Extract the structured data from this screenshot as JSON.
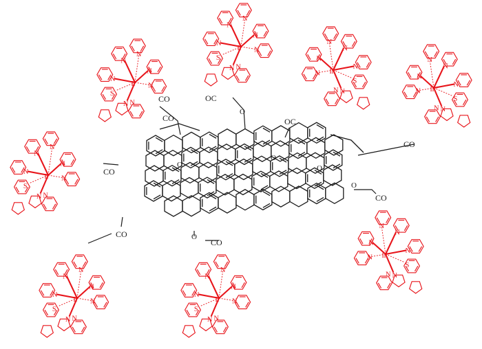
{
  "colors": {
    "complex": "#e8151b",
    "graphene": "#1a1a1a",
    "background": "#ffffff"
  },
  "atoms": {
    "nitrogen": "N",
    "sulfur": "S",
    "iridium": "Ir",
    "oxygen": "O"
  },
  "linkers": {
    "carbonyl": "CO",
    "ester_carbonyl": "OC",
    "oxy": "O"
  },
  "complexes": [
    {
      "id": "top-left"
    },
    {
      "id": "top-center"
    },
    {
      "id": "top-right-1"
    },
    {
      "id": "top-right-2"
    },
    {
      "id": "left"
    },
    {
      "id": "bottom-left"
    },
    {
      "id": "bottom-center"
    },
    {
      "id": "bottom-right"
    }
  ]
}
